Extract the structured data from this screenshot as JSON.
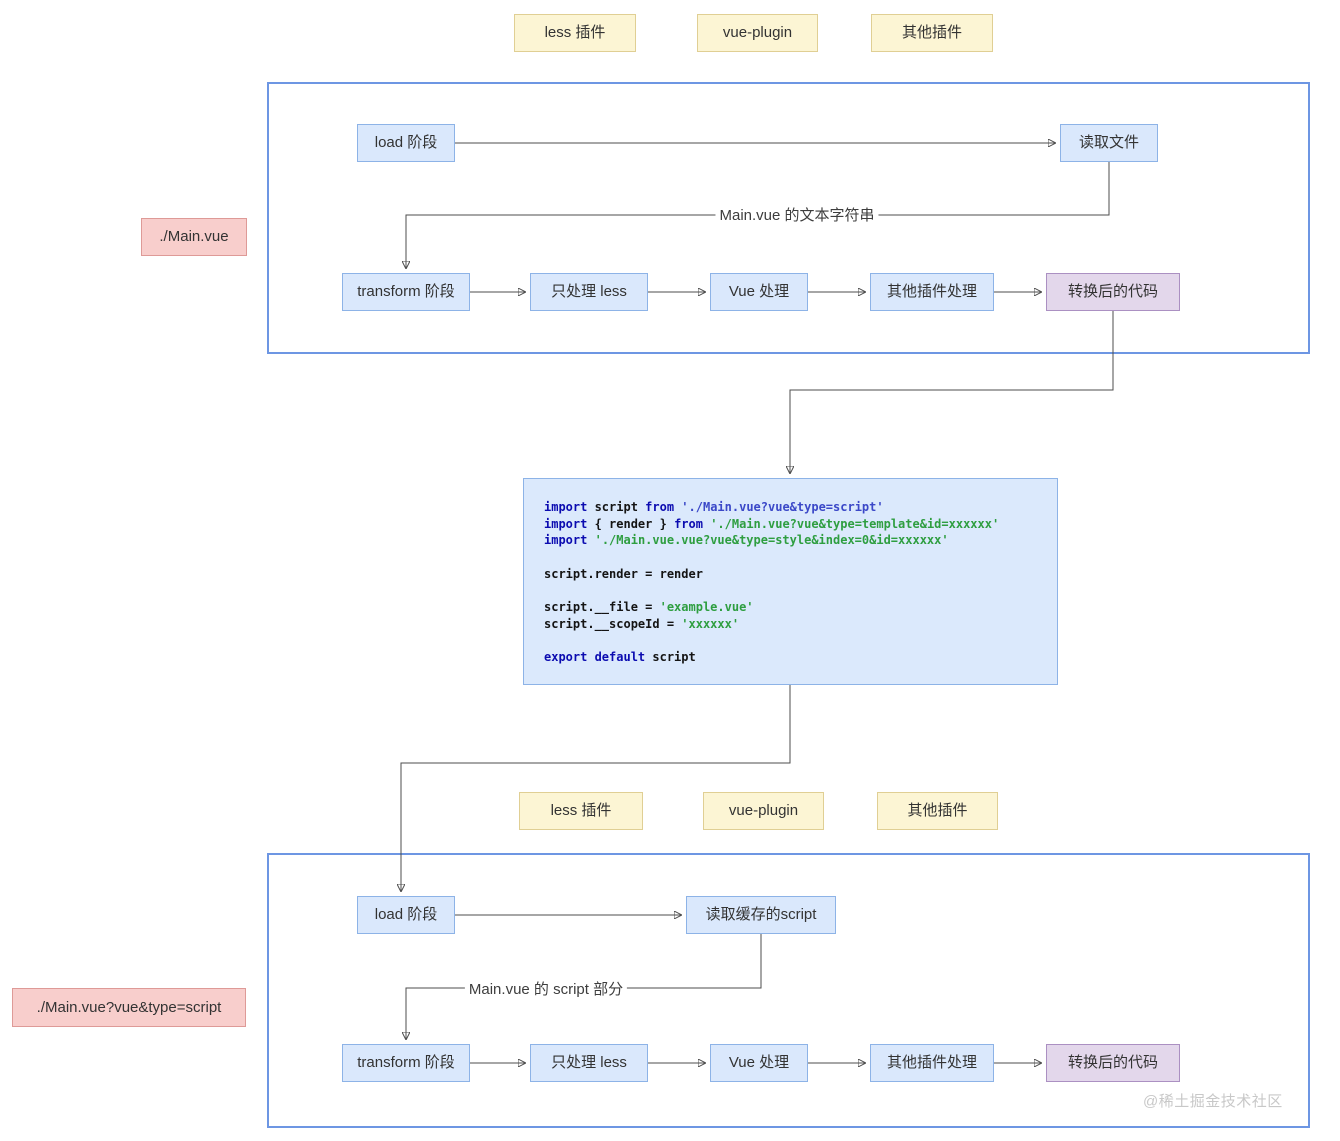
{
  "plugins_top": {
    "less": "less 插件",
    "vue": "vue-plugin",
    "other": "其他插件"
  },
  "plugins_bottom": {
    "less": "less 插件",
    "vue": "vue-plugin",
    "other": "其他插件"
  },
  "section1": {
    "side_label": "./Main.vue",
    "load": "load 阶段",
    "read_file": "读取文件",
    "edge_label": "Main.vue 的文本字符串",
    "transform": "transform 阶段",
    "less_only": "只处理 less",
    "vue_process": "Vue 处理",
    "other_process": "其他插件处理",
    "result": "转换后的代码"
  },
  "section2": {
    "side_label": "./Main.vue?vue&type=script",
    "load": "load 阶段",
    "read_cache": "读取缓存的script",
    "edge_label": "Main.vue 的 script 部分",
    "transform": "transform 阶段",
    "less_only": "只处理 less",
    "vue_process": "Vue 处理",
    "other_process": "其他插件处理",
    "result": "转换后的代码"
  },
  "code_block": {
    "lines": [
      [
        {
          "c": "kw",
          "t": "import"
        },
        {
          "c": "p",
          "t": " script "
        },
        {
          "c": "kw",
          "t": "from"
        },
        {
          "c": "p",
          "t": " "
        },
        {
          "c": "strb",
          "t": "'./Main.vue?vue&type=script'"
        }
      ],
      [
        {
          "c": "kw",
          "t": "import"
        },
        {
          "c": "p",
          "t": " { render } "
        },
        {
          "c": "kw",
          "t": "from"
        },
        {
          "c": "p",
          "t": " "
        },
        {
          "c": "str",
          "t": "'./Main.vue?vue&type=template&id=xxxxxx'"
        }
      ],
      [
        {
          "c": "kw",
          "t": "import"
        },
        {
          "c": "p",
          "t": " "
        },
        {
          "c": "str",
          "t": "'./Main.vue.vue?vue&type=style&index=0&id=xxxxxx'"
        }
      ],
      [],
      [
        {
          "c": "p",
          "t": "script.render = render"
        }
      ],
      [],
      [
        {
          "c": "p",
          "t": "script.__file = "
        },
        {
          "c": "str",
          "t": "'example.vue'"
        }
      ],
      [
        {
          "c": "p",
          "t": "script.__scopeId = "
        },
        {
          "c": "str",
          "t": "'xxxxxx'"
        }
      ],
      [],
      [
        {
          "c": "kw",
          "t": "export default"
        },
        {
          "c": "p",
          "t": " script"
        }
      ]
    ]
  },
  "watermark": "@稀土掘金技术社区",
  "colors": {
    "node_blue": "#dae8fc",
    "node_yellow": "#fcf5d4",
    "node_pink": "#f8cecc",
    "node_purple": "#e3d7eb",
    "container_border": "#6d96e3",
    "connector": "#4d4d4d",
    "code_keyword": "#0b0bb0",
    "code_string": "#2e9e40"
  }
}
